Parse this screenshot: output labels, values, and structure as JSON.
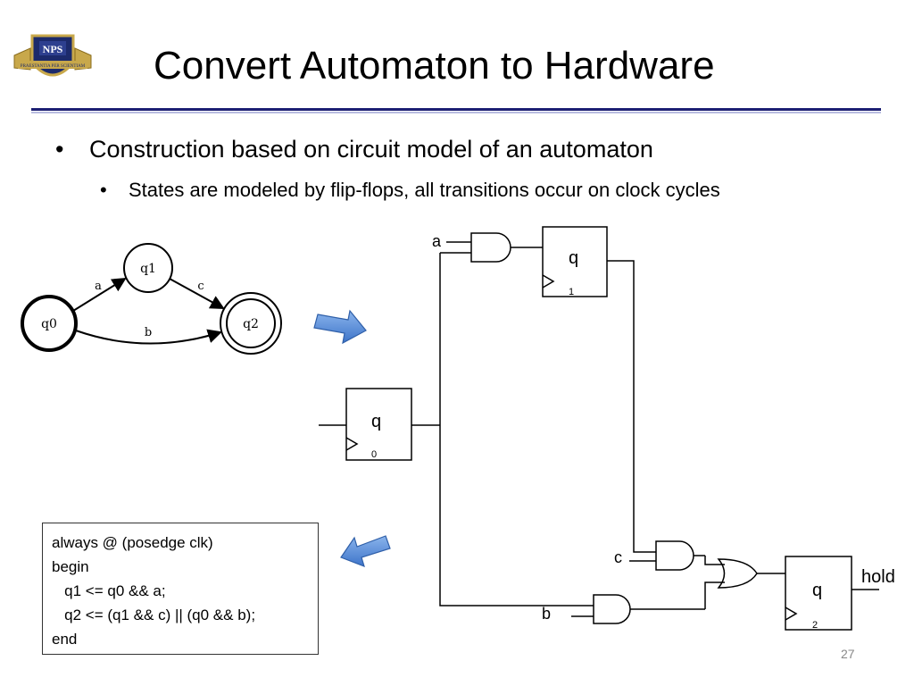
{
  "slide": {
    "logo_text": "NPS",
    "logo_motto": "PRAESTANTIA PER SCIENTIAM",
    "title": "Convert Automaton to Hardware",
    "bullet_1": "Construction based on circuit model of an automaton",
    "bullet_1_sub": "States are modeled by flip-flops, all transitions occur on clock cycles",
    "page_number": "27"
  },
  "automaton": {
    "states": [
      "q0",
      "q1",
      "q2"
    ],
    "transitions": [
      {
        "from": "q0",
        "to": "q1",
        "label": "a"
      },
      {
        "from": "q1",
        "to": "q2",
        "label": "c"
      },
      {
        "from": "q0",
        "to": "q2",
        "label": "b"
      }
    ],
    "accepting": "q2"
  },
  "circuit": {
    "flipflop_q1": {
      "q": "q",
      "sub": "1"
    },
    "flipflop_q0": {
      "q": "q",
      "sub": "0"
    },
    "flipflop_q2": {
      "q": "q",
      "sub": "2"
    },
    "input_a": "a",
    "input_b": "b",
    "input_c": "c",
    "output_hold": "hold"
  },
  "code": {
    "lines": [
      "always @ (posedge clk)",
      "begin",
      "   q1 <= q0 && a;",
      "   q2 <= (q1 && c) || (q0 && b);",
      "end"
    ]
  }
}
